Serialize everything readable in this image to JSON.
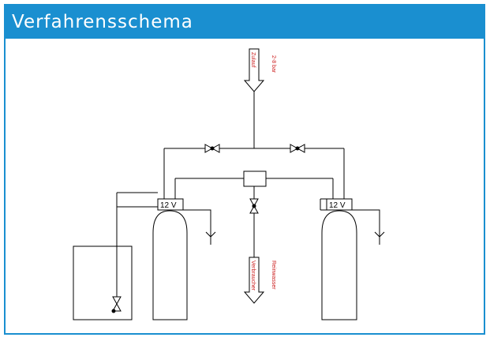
{
  "header": {
    "title": "Verfahrensschema"
  },
  "diagram": {
    "inlet_label": "Zulauf",
    "pressure_label": "2-8 bar",
    "outlet_label": "Verbraucher",
    "outlet_note": "Reinwasser",
    "left_controller_label": "12 V",
    "right_controller_label": "12 V"
  },
  "colors": {
    "accent": "#1a8fd0",
    "annotation": "#cc1f1f"
  }
}
